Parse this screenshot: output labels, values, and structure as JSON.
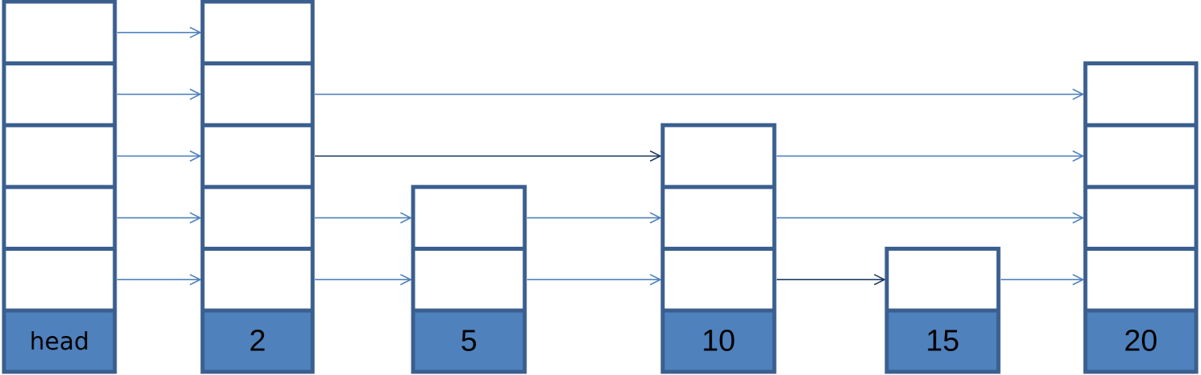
{
  "diagram": {
    "type": "skip-list",
    "nodes": [
      {
        "id": "head",
        "key": "head",
        "levels": 5
      },
      {
        "id": "n2",
        "key": "2",
        "levels": 5
      },
      {
        "id": "n5",
        "key": "5",
        "levels": 2
      },
      {
        "id": "n10",
        "key": "10",
        "levels": 3
      },
      {
        "id": "n15",
        "key": "15",
        "levels": 1
      },
      {
        "id": "n20",
        "key": "20",
        "levels": 4
      }
    ],
    "links": [
      {
        "from": "head",
        "to": "n2",
        "level": 1
      },
      {
        "from": "head",
        "to": "n2",
        "level": 2
      },
      {
        "from": "head",
        "to": "n2",
        "level": 3
      },
      {
        "from": "head",
        "to": "n2",
        "level": 4
      },
      {
        "from": "head",
        "to": "n2",
        "level": 5
      },
      {
        "from": "n2",
        "to": "n5",
        "level": 1
      },
      {
        "from": "n2",
        "to": "n5",
        "level": 2
      },
      {
        "from": "n2",
        "to": "n10",
        "level": 3,
        "emphasis": true
      },
      {
        "from": "n2",
        "to": "n20",
        "level": 4
      },
      {
        "from": "n5",
        "to": "n10",
        "level": 1
      },
      {
        "from": "n5",
        "to": "n10",
        "level": 2
      },
      {
        "from": "n10",
        "to": "n15",
        "level": 1,
        "emphasis": true
      },
      {
        "from": "n10",
        "to": "n20",
        "level": 2
      },
      {
        "from": "n10",
        "to": "n20",
        "level": 3
      },
      {
        "from": "n15",
        "to": "n20",
        "level": 1
      }
    ],
    "colors": {
      "border": "#3a5f8f",
      "key_fill": "#4f81bd",
      "link": "#4f81bd",
      "link_emphasis": "#1f3a60"
    }
  }
}
